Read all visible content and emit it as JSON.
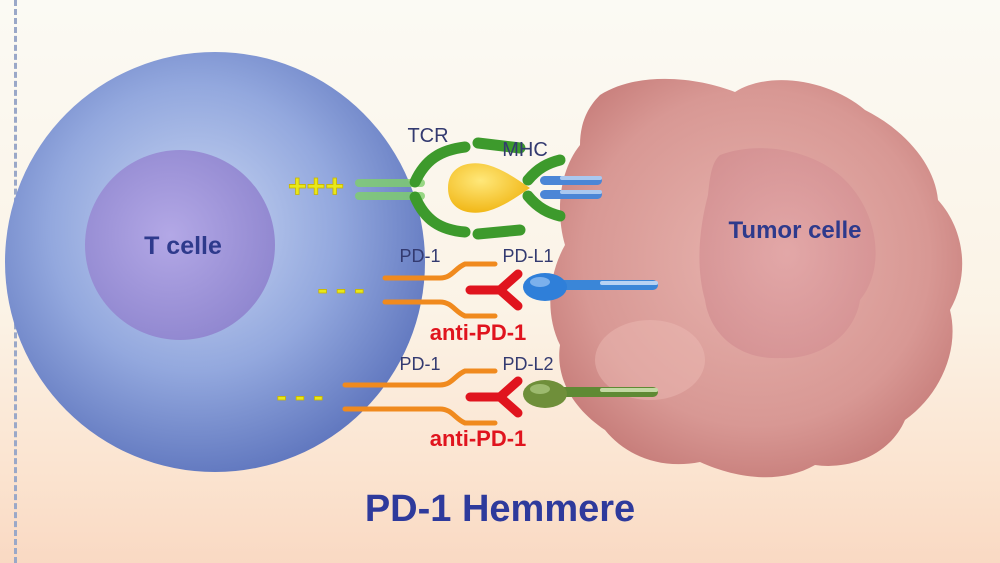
{
  "labels": {
    "t_cell": "T celle",
    "tumor_cell": "Tumor celle",
    "tcr": "TCR",
    "mhc": "MHC",
    "pd1_top": "PD-1",
    "pdl1": "PD-L1",
    "anti_pd1_top": "anti-PD-1",
    "pd1_bottom": "PD-1",
    "pdl2": "PD-L2",
    "anti_pd1_bottom": "anti-PD-1",
    "signal_positive": "+++",
    "signal_negative_top": "- - -",
    "signal_negative_bottom": "- - -"
  },
  "title": "PD-1 Hemmere",
  "colors": {
    "t_cell": "#8aa0d8",
    "tumor_cell": "#d99b98",
    "tcr": "#4fa83a",
    "antigen": "#f5c516",
    "mhc": "#5a8fd6",
    "pd1": "#f08a1e",
    "anti_pd1": "#e0141e",
    "pdl1": "#2f7fd9",
    "pdl2": "#6f8f3a",
    "signal": "#e6e61e",
    "title": "#2e3a9c"
  }
}
